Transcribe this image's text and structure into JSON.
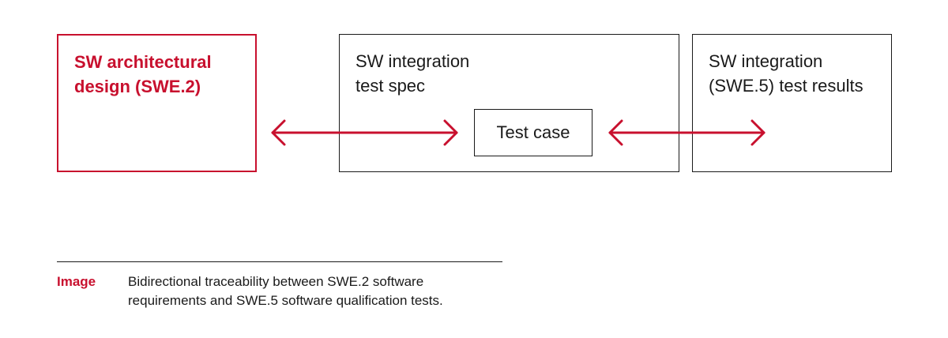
{
  "colors": {
    "accent": "#c8102e",
    "text": "#1a1a1a",
    "background": "#ffffff"
  },
  "diagram": {
    "boxes": {
      "architectural_design": {
        "label": "SW architectural\ndesign (SWE.2)"
      },
      "integration_test_spec": {
        "label": "SW integration\ntest spec"
      },
      "test_case": {
        "label": "Test case"
      },
      "integration_test_results": {
        "label": "SW integration\n(SWE.5) test results"
      }
    },
    "arrows": [
      {
        "from": "architectural_design",
        "to": "test_case",
        "direction": "bidirectional"
      },
      {
        "from": "test_case",
        "to": "integration_test_results",
        "direction": "bidirectional"
      }
    ]
  },
  "caption": {
    "label": "Image",
    "text": "Bidirectional traceability between SWE.2 software\nrequirements and SWE.5 software qualification tests."
  }
}
